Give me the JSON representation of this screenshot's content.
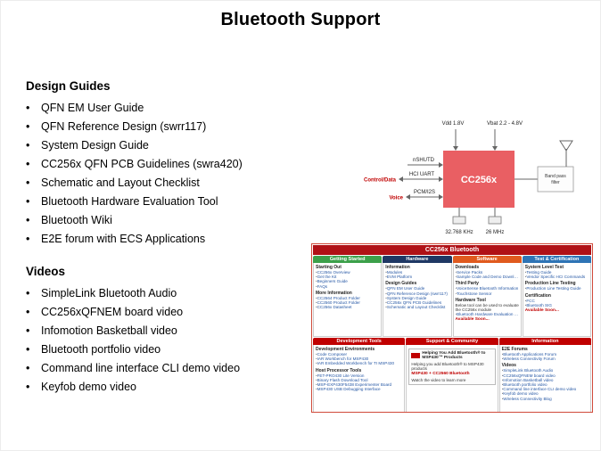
{
  "title": "Bluetooth Support",
  "design_guides": {
    "heading": "Design Guides",
    "items": [
      "QFN EM User Guide",
      "QFN Reference Design (swrr117)",
      "System Design Guide",
      "CC256x QFN PCB Guidelines (swra420)",
      "Schematic and Layout Checklist",
      "Bluetooth Hardware Evaluation Tool",
      "Bluetooth Wiki",
      "E2E forum with ECS Applications"
    ]
  },
  "videos": {
    "heading": "Videos",
    "items": [
      "SimpleLink Bluetooth Audio",
      "CC256xQFNEM board video",
      "Infomotion Basketball video",
      "Bluetooth portfolio video",
      "Command line interface CLI demo video",
      "Keyfob demo video"
    ]
  },
  "diagram": {
    "chip_label": "CC256x",
    "chip_color": "#e95f63",
    "vdd_label": "Vdd  1.8V",
    "vbat_label": "Vbat  2.2 - 4.8V",
    "nshutd_label": "nSHUTD",
    "hci_label": "HCI UART",
    "control_data_label": "Control/Data",
    "pcm_label": "PCM/I2S",
    "voice_label": "Voice",
    "bandpass_label_1": "Band pass",
    "bandpass_label_2": "filter",
    "xtal1_label": "32.768 KHz",
    "xtal2_label": "26 MHz"
  },
  "portal": {
    "title": "CC256x Bluetooth",
    "row1": [
      {
        "header": "Getting Started",
        "color": "#3ca04a",
        "sections": [
          {
            "title": "Starting Out",
            "links": [
              "CC256x Overview",
              "Get the Kit",
              "Beginners Guide",
              "FAQs"
            ]
          },
          {
            "title": "More Information",
            "links": [
              "CC2564 Product Folder",
              "CC2560 Product Folder",
              "CC256x Datasheet"
            ]
          }
        ]
      },
      {
        "header": "Hardware",
        "color": "#1f3864",
        "sections": [
          {
            "title": "Information",
            "links": [
              "Modules",
              "EVM Platform"
            ]
          },
          {
            "title": "Design Guides",
            "links": [
              "QFN EM User Guide",
              "QFN Reference Design (swrr117)",
              "System Design Guide",
              "CC256x QFN PCB Guidelines",
              "Schematic and Layout Checklist"
            ]
          }
        ]
      },
      {
        "header": "Software",
        "color": "#e05a1e",
        "sections": [
          {
            "title": "Downloads",
            "links": [
              "Service Packs",
              "Sample Code and Demo Downloads"
            ]
          },
          {
            "title": "Third Party",
            "links": [
              "VoiceSense Bluetooth Information",
              "Touchstone Sensor"
            ]
          },
          {
            "title": "Hardware Tool",
            "text": "Below tool can be used to evaluate the CC256x module",
            "links": [
              "Bluetooth Hardware Evaluation Tool"
            ],
            "note": "Available Soon..."
          }
        ]
      },
      {
        "header": "Test & Certification",
        "color": "#2e74b5",
        "sections": [
          {
            "title": "System Level Test",
            "links": [
              "Testing Guide",
              "Vendor Specific HCI Commands"
            ]
          },
          {
            "title": "Production Line Testing",
            "links": [
              "Production Line Testing Guide"
            ]
          },
          {
            "title": "Certification",
            "links": [
              "FCC",
              "Bluetooth SIG"
            ],
            "note": "Available Soon..."
          }
        ]
      }
    ],
    "row2": [
      {
        "header": "Development Tools",
        "color": "#c00000",
        "sections": [
          {
            "title": "Development Environments",
            "links": [
              "Code Composer",
              "IAR Workbench for MSP430",
              "IAR Embedded Workbench for TI MSP430"
            ]
          },
          {
            "title": "Host Processor Tools",
            "links": [
              "FET-PRO430 Lite Version",
              "Binary Flash Download Tool",
              "MSP-EXP430F5438 Experimenter Board",
              "MSP430 USB Debugging Interface"
            ]
          }
        ]
      },
      {
        "header": "Support & Community",
        "color": "#c00000",
        "card": {
          "title": "Helping You Add Bluetooth® to MSP430™ Products",
          "line1": "Helping you add Bluetooth® to MSP430 products",
          "highlight": "MSP430 + CC2560 Bluetooth",
          "line2": "Watch the video to learn more"
        }
      },
      {
        "header": "Information",
        "color": "#c00000",
        "sections": [
          {
            "title": "E2E Forums",
            "links": [
              "Bluetooth Applications Forum",
              "Wireless Connectivity Forum"
            ]
          },
          {
            "title": "Videos",
            "links": [
              "SimpleLink Bluetooth Audio",
              "CC256xQFNEM board video",
              "Infomotion Basketball video",
              "Bluetooth portfolio video",
              "Command line interface CLI demo video",
              "Keyfob demo video"
            ]
          },
          {
            "links": [
              "Wireless Connectivity Blog"
            ]
          }
        ]
      }
    ]
  }
}
